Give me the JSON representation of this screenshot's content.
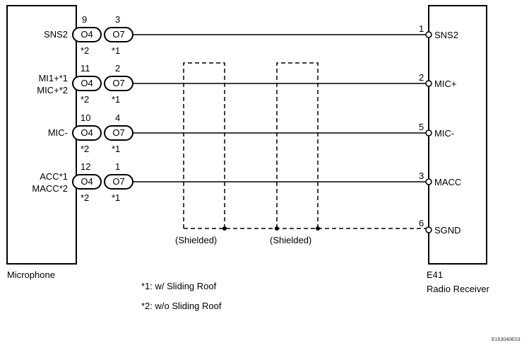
{
  "microphone": {
    "name": "Microphone",
    "pins": [
      {
        "label": "SNS2"
      },
      {
        "label": "MI1+*1",
        "label2": "MIC+*2"
      },
      {
        "label": "MIC-"
      },
      {
        "label": "ACC*1",
        "label2": "MACC*2"
      }
    ]
  },
  "connectors": [
    {
      "o4_pin": "9",
      "o4": "O4",
      "o4_note": "*2",
      "o7_pin": "3",
      "o7": "O7",
      "o7_note": "*1"
    },
    {
      "o4_pin": "11",
      "o4": "O4",
      "o4_note": "*2",
      "o7_pin": "2",
      "o7": "O7",
      "o7_note": "*1"
    },
    {
      "o4_pin": "10",
      "o4": "O4",
      "o4_note": "*2",
      "o7_pin": "4",
      "o7": "O7",
      "o7_note": "*1"
    },
    {
      "o4_pin": "12",
      "o4": "O4",
      "o4_note": "*2",
      "o7_pin": "1",
      "o7": "O7",
      "o7_note": "*1"
    }
  ],
  "receiver": {
    "connector": "E41",
    "name": "Radio Receiver",
    "pins": [
      {
        "num": "1",
        "label": "SNS2"
      },
      {
        "num": "2",
        "label": "MIC+"
      },
      {
        "num": "5",
        "label": "MIC-"
      },
      {
        "num": "3",
        "label": "MACC"
      },
      {
        "num": "6",
        "label": "SGND"
      }
    ]
  },
  "shields": [
    "(Shielded)",
    "(Shielded)"
  ],
  "notes": [
    "*1: w/ Sliding Roof",
    "*2: w/o Sliding Roof"
  ],
  "figure_code": "E163040E03"
}
